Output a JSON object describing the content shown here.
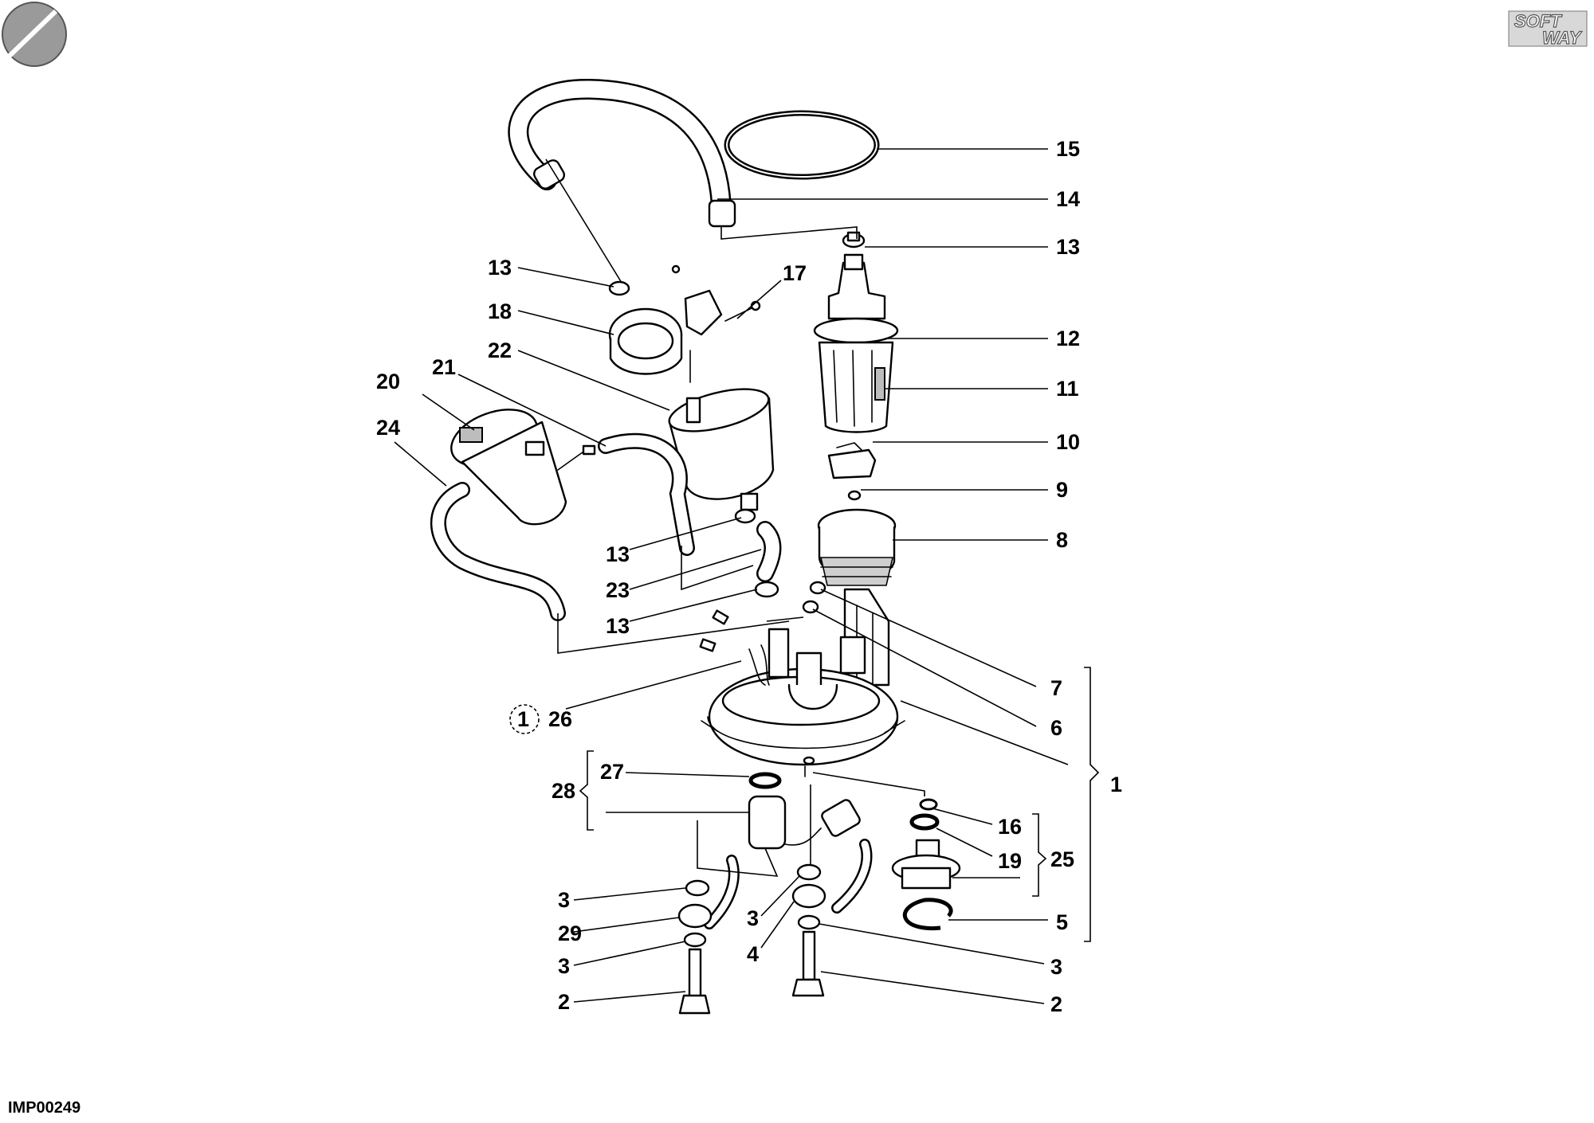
{
  "brand": {
    "logo_top": "SOFT",
    "logo_bottom": "WAY"
  },
  "drawing_code": "IMP00249",
  "callouts": {
    "n1": "1",
    "n2a": "2",
    "n2b": "2",
    "n3a": "3",
    "n3b": "3",
    "n3c": "3",
    "n3d": "3",
    "n4": "4",
    "n5": "5",
    "n6": "6",
    "n7": "7",
    "n8": "8",
    "n9": "9",
    "n10": "10",
    "n11": "11",
    "n12": "12",
    "n13a": "13",
    "n13b": "13",
    "n13c": "13",
    "n13d": "13",
    "n14": "14",
    "n15": "15",
    "n16": "16",
    "n17": "17",
    "n18": "18",
    "n19": "19",
    "n20": "20",
    "n21": "21",
    "n22": "22",
    "n23": "23",
    "n24": "24",
    "n25": "25",
    "n26": "26",
    "n26_circle": "1",
    "n27": "27",
    "n28": "28",
    "n29": "29"
  }
}
